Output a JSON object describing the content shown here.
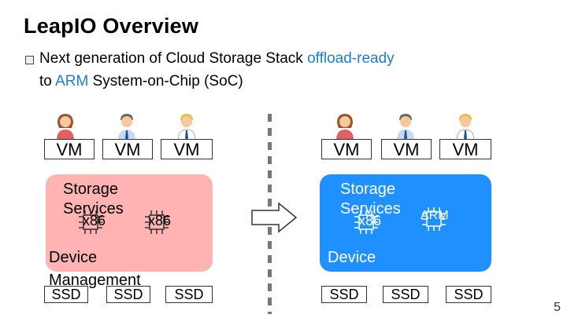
{
  "title": "LeapIO Overview",
  "bullet": {
    "part1": "Next generation of Cloud Storage Stack ",
    "part2": "offload-ready",
    "part3": "to ",
    "part4": "ARM",
    "part5": " System-on-Chip (SoC)"
  },
  "left": {
    "vms": [
      "VM",
      "VM",
      "VM"
    ],
    "storage_label": "Storage\nServices",
    "chip1": "x86",
    "chip2": "x86",
    "device_label": "Device\nManagement",
    "ssds": [
      "SSD",
      "SSD",
      "SSD"
    ],
    "panel_color": "#ffb3b3"
  },
  "right": {
    "vms": [
      "VM",
      "VM",
      "VM"
    ],
    "storage_label": "Storage\nServices",
    "chip1": "x86",
    "chip2": "ARM",
    "device_label": "Device",
    "ssds": [
      "SSD",
      "SSD",
      "SSD"
    ],
    "panel_color": "#1e90ff"
  },
  "page_number": "5"
}
